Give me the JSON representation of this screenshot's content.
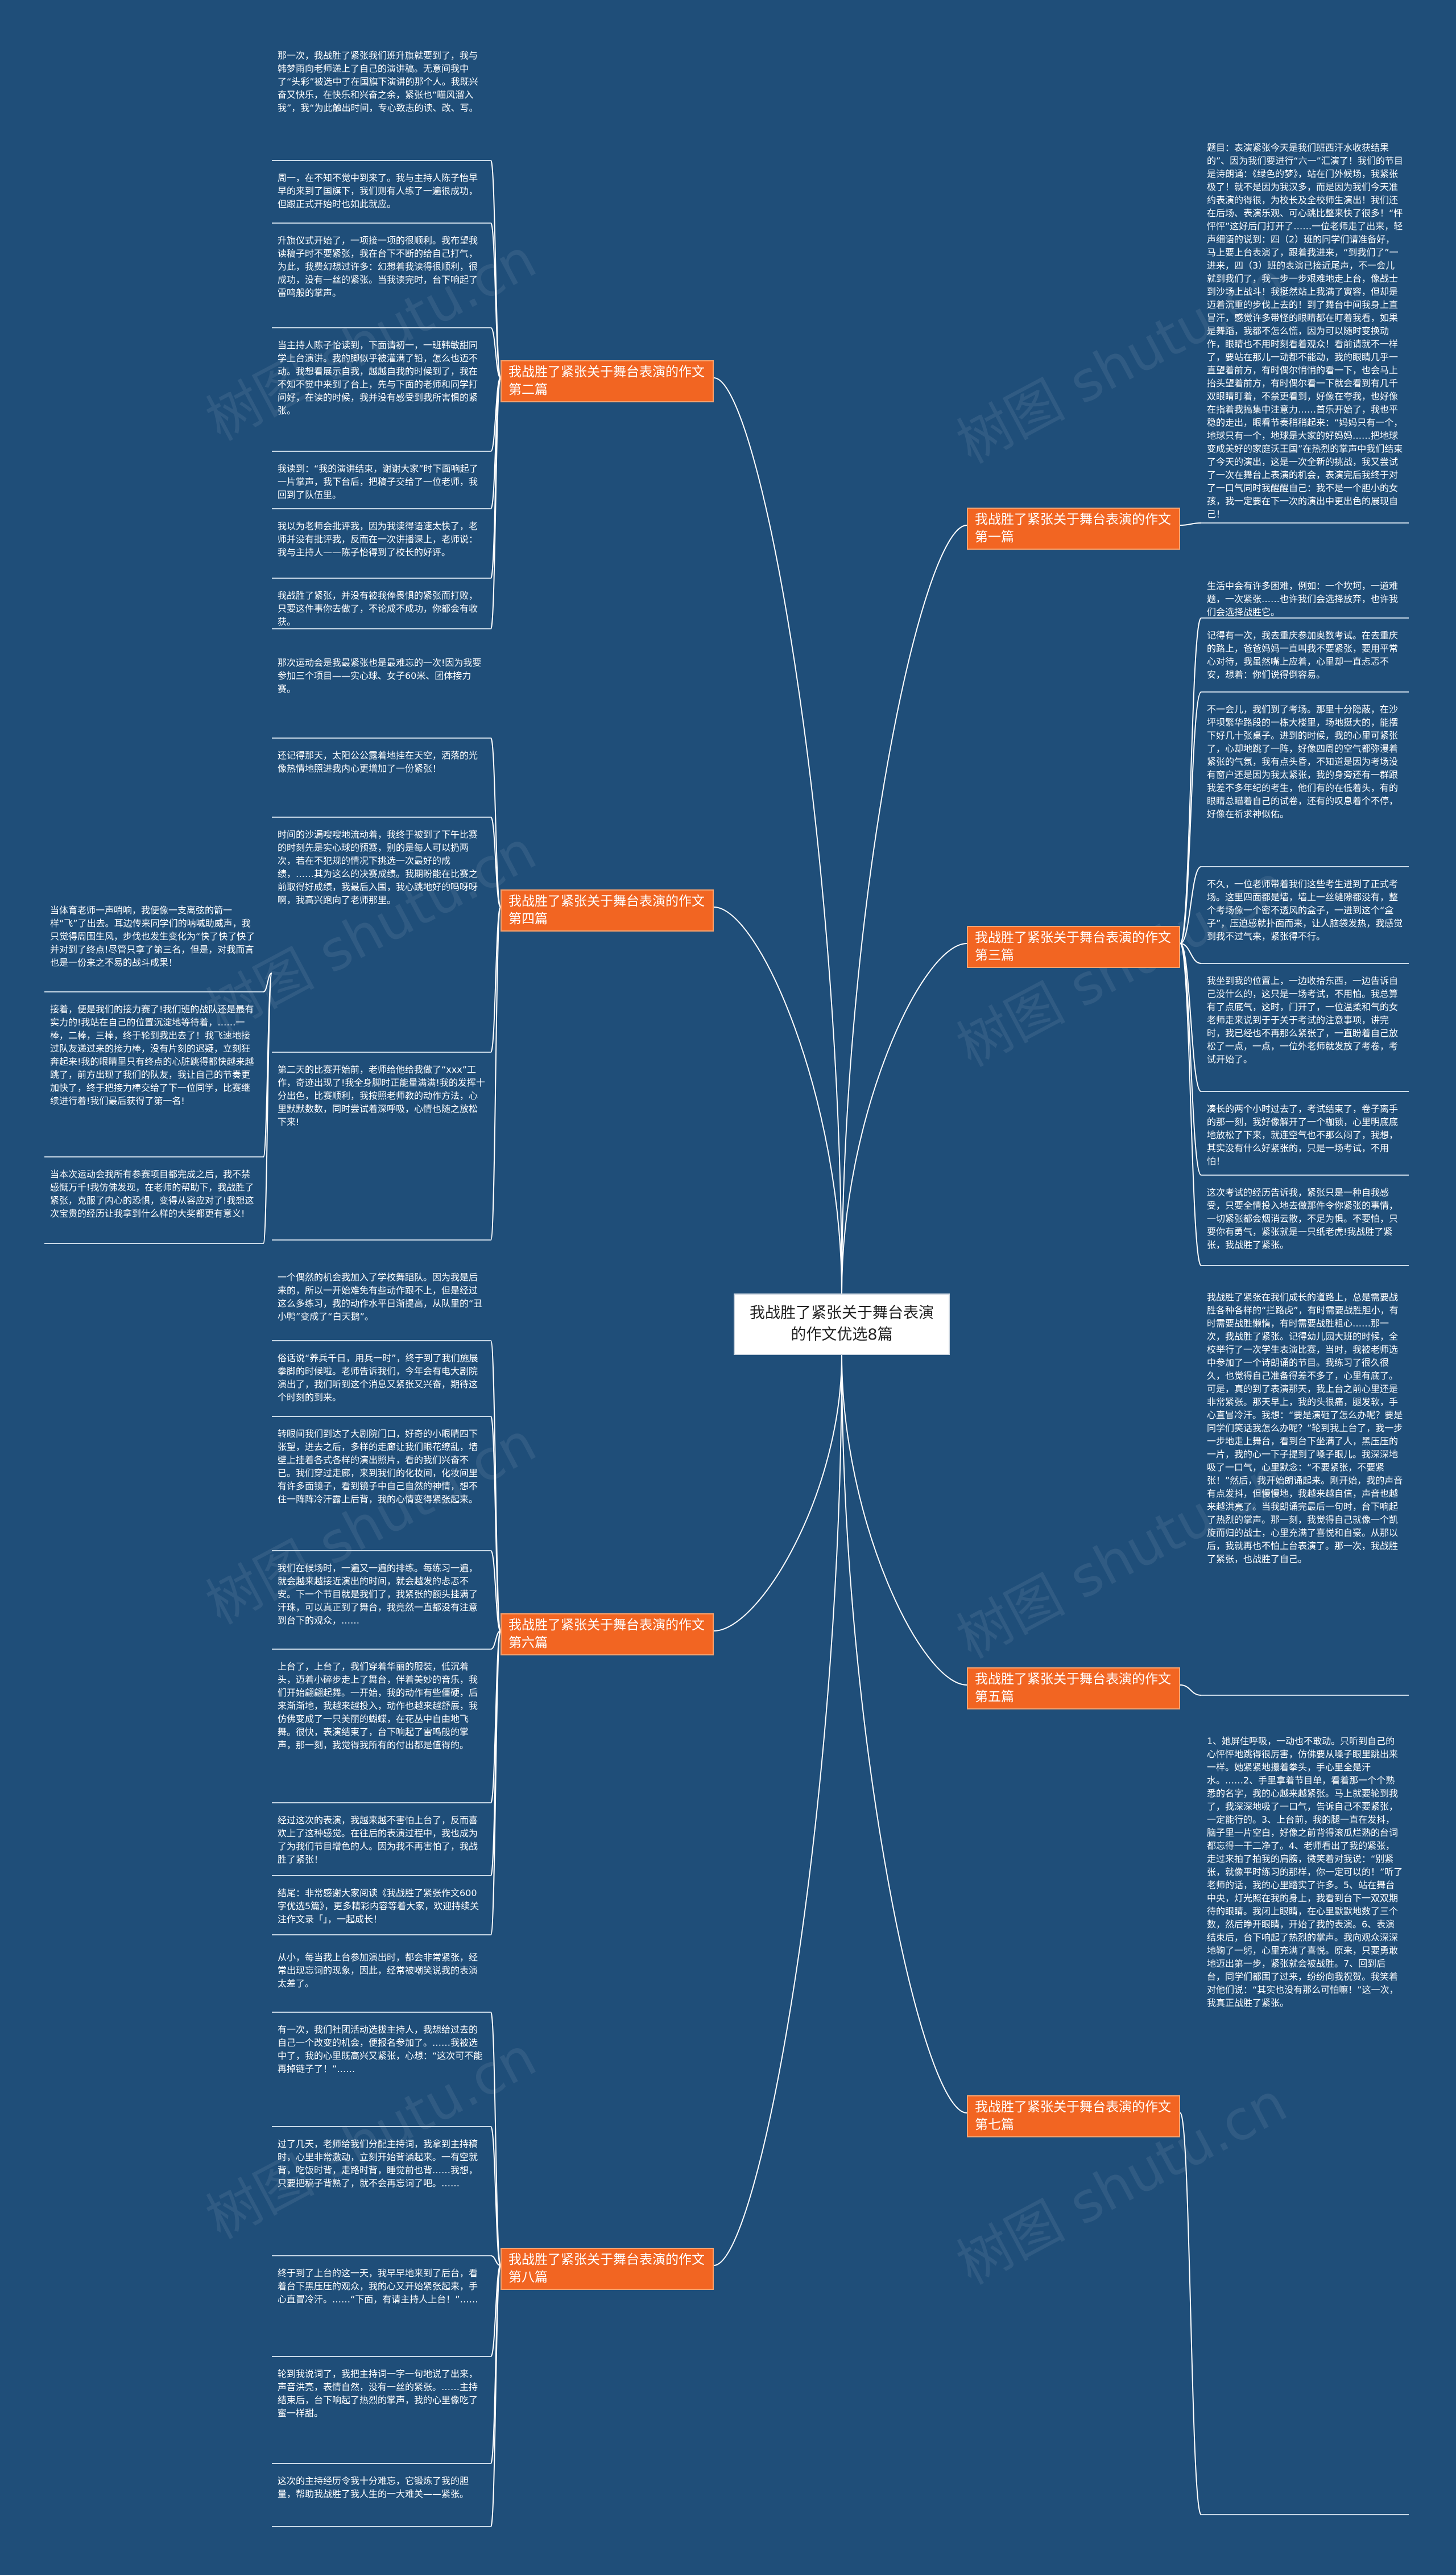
{
  "root": {
    "title": "我战胜了紧张关于舞台表演的作文优选8篇"
  },
  "watermark": "树图 shutu.cn",
  "colors": {
    "background": "#1f4e79",
    "branch": "#f26522",
    "line": "#ffffff"
  },
  "branches": [
    {
      "id": "b1",
      "title": "我战胜了紧张关于舞台表演的作文第一篇",
      "side": "right",
      "leaves": [
        "题目：表演紧张今天是我们班西汗水收获结果的”、因为我们要进行“六一”汇演了！我们的节目是诗朗诵：《绿色的梦》，站在门外候场，我紧张极了！就不是因为我汉多，而是因为我们今天准约表演的得很，为校长及全校师生演出！我们还在后场、表演乐观、可心跳比整来快了很多！“怦怦怦”这好后门打开了……一位老师走了出来，轻声细语的说到：四（2）班的同学们请准备好，马上要上台表演了，跟着我进来，“到我们了”一进来，四（3）班的表演已接近尾声，不一会儿就到我们了，我一步一步艰难地走上台，像战士到沙场上战斗！我挺然站上我满了寅容，但却是迈着沉重的步伐上去的！到了舞台中间我身上直冒汗，感觉许多带怪的眼睛都在盯着我看，如果是舞蹈，我都不怎么慌，因为可以随时变换动作，眼睛也不用时刻看着观众！看前请就不一样了，要站在那儿一动都不能动，我的眼睛几乎一直望着前方，有时偶尔悄悄的看一下，也会马上抬头望着前方，有时偶尔看一下就会看到有几千双眼睛盯着，不禁更看到，好像在夸我，也好像在指着我搞集中注意力……首乐开始了，我也平稳的走出，眼看节奏稍稍起来：“妈妈只有一个，地球只有一个，地球是大家的好妈妈……把地球变成美好的家庭沃王国”在热烈的掌声中我们结束了今天的演出，这是一次全新的挑战，我又尝试了一次在舞台上表演的机会，表演完后我终于对了一口气同时我醒醒自己：我不是一个胆小的女孩，我一定要在下一次的演出中更出色的展现自己！"
      ]
    },
    {
      "id": "b2",
      "title": "我战胜了紧张关于舞台表演的作文第二篇",
      "side": "left",
      "leaves": [
        "那一次，我战胜了紧张我们班升旗就要到了，我与韩梦雨向老师递上了自己的演讲稿。无意间我中了“头彩”被选中了在国旗下演讲的那个人。我既兴奋又快乐，在快乐和兴奋之余，紧张也“瞄风溜入我”，我“为此触出时间，专心致志的读、改、写。",
        "周一，在不知不觉中到来了。我与主持人陈子怡早早的来到了国旗下，我们则有人练了一遍很成功，但跟正式开始时也如此就应。",
        "升旗仪式开始了，一项接一项的很顺利。我布望我读稿子时不要紧张，我在台下不断的给自己打气，为此，我费幻想过许多：幻想着我读得很顺利，很成功，没有一丝的紧张。当我读完时，台下响起了雷鸣般的掌声。",
        "当主持人陈子怡读到，下面请初一，一班韩敏甜同学上台演讲。我的脚似乎被灌满了铅，怎么也迈不动。我想看展示自我，越越自我的时候到了，我在不知不觉中来到了台上，先与下面的老师和同学打问好，在读的时候，我并没有感受到我所害惧的紧张。",
        "我读到：“我的演讲结束，谢谢大家”时下面响起了一片掌声，我下台后，把稿子交给了一位老师，我回到了队伍里。",
        "我以为老师会批评我，因为我读得语速太快了，老师并没有批评我，反而在一次讲播课上，老师说：我与主持人——陈子怡得到了校长的好评。",
        "我战胜了紧张，并没有被我俸畏惧的紧张而打败，只要这件事你去做了，不论成不成功，你都会有收获。"
      ]
    },
    {
      "id": "b3",
      "title": "我战胜了紧张关于舞台表演的作文第三篇",
      "side": "right",
      "leaves": [
        "生活中会有许多困难，例如：一个坎坷，一道难题，一次紧张……也许我们会选择放弃，也许我们会选择战胜它。",
        "记得有一次，我去重庆参加奥数考试。在去重庆的路上，爸爸妈妈一直叫我不要紧张，要用平常心对待，我虽然嘴上应着，心里却一直忐忑不安，想着：你们说得倒容易。",
        "不一会儿，我们到了考场。那里十分隐蔽，在沙坪坝繁华路段的一栋大楼里，场地挺大的，能摆下好几十张桌子。进到的时候，我的心里可紧张了，心却地跳了一阵，好像四周的空气都弥漫着紧张的气氛，我有点头昏，不知道是因为考场没有窗户还是因为我太紧张，我的身旁还有一群跟我差不多年纪的考生，他们有的在低着头，有的眼睛总瞄着自己的试卷，还有的叹息着个不停，好像在祈求神似佑。",
        "不久，一位老师带着我们这些考生进到了正式考场。这里四面都是墙，墙上一丝缝隙都没有，整个考场像一个密不透风的盒子，一进到这个“盒子”，压迫感就扑面而来，让人脑袋发热，我感觉到我不过气来，紧张得不行。",
        "我坐到我的位置上，一边收拾东西，一边告诉自己没什么的，这只是一场考试，不用怕。我总算有了点底气，这时，门开了，一位温柔和气的女老师走来说到于于关于考试的注意事项，讲完时，我已经也不再那么紧张了，一直盼着自己放松了一点，一点，一位外老师就发放了考卷，考试开始了。",
        "凑长的两个小时过去了，考试结束了，卷子离手的那一刻，我好像解开了一个枷锁，心里明底底地放松了下来，就连空气也不那么闷了，我想，其实没有什么好紧张的，只是一场考试，不用怕！",
        "这次考试的经历告诉我，紧张只是一种自我感受，只要全情投入地去做那件令你紧张的事情，一切紧张都会烟消云散，不足为惧。不要怕，只要你有勇气，紧张就是一只纸老虎!我战胜了紧张，我战胜了紧张。"
      ]
    },
    {
      "id": "b4",
      "title": "我战胜了紧张关于舞台表演的作文第四篇",
      "side": "left",
      "leaves": [
        "那次运动会是我最紧张也是最难忘的一次!因为我要参加三个项目——实心球、女子60米、团体接力赛。",
        "还记得那天，太阳公公露着地挂在天空，洒落的光像热情地照进我内心更增加了一份紧张！",
        "时间的沙漏嗖嗖地流动着，我终于被到了下午比赛的时刻先是实心球的预赛，别的是每人可以扔两次，若在不犯规的情况下挑选一次最好的成绩，……其为这么的决赛成绩。我期盼能在比赛之前取得好成绩，我最后入围，我心跳地好的吗呀呀啊，我高兴跑向了老师那里。",
        "当体育老师一声哨响，我便像一支离弦的箭一样“飞”了出去。耳边传来同学们的呐喊助威声，我只觉得周围生风，步伐也发生变化为“快了快了快了并对到了终点!尽管只拿了第三名，但是，对我而言也是一份来之不易的战斗成果！",
        "接着，便是我们的接力赛了!我们班的战队还是最有实力的!我站在自己的位置沉淀地等待着，……一棒，二棒，三棒，终于轮到我出去了！我飞速地接过队友递过来的接力棒，没有片刻的迟疑，立刻狂奔起来!我的眼睛里只有终点的心脏跳得都快越来越跳了，前方出现了我们的队友，我让自己的节奏更加快了，终于把接力棒交给了下一位同学，比赛继续进行着!我们最后获得了第一名!",
        "当本次运动会我所有参赛项目都完成之后，我不禁感慨万千!我仿佛发现，在老师的帮助下，我战胜了紧张，克服了内心的恐惧，变得从容应对了!我想这次宝贵的经历让我拿到什么样的大奖都更有意义!",
        "第二天的比赛开始前，老师给他给我做了“xxx”工作，奇迹出现了!我全身脚时正能量满满!我的发挥十分出色，比赛顺利，我按照老师教的动作方法，心里默默数数，同时尝试着深呼吸，心情也随之放松下来!"
      ]
    },
    {
      "id": "b5",
      "title": "我战胜了紧张关于舞台表演的作文第五篇",
      "side": "right",
      "leaves": [
        "我战胜了紧张在我们成长的道路上，总是需要战胜各种各样的“拦路虎”，有时需要战胜胆小，有时需要战胜懒惰，有时需要战胜粗心……那一次，我战胜了紧张。记得幼儿园大班的时候，全校举行了一次学生表演比赛，当时，我被老师选中参加了一个诗朗诵的节目。我练习了很久很久，也觉得自己准备得差不多了，心里有底了。可是，真的到了表演那天，我上台之前心里还是非常紧张。那天早上，我的头很痛，腿发软，手心直冒冷汗。我想：“要是演砸了怎么办呢？要是同学们笑话我怎么办呢？”轮到我上台了，我一步一步地走上舞台，看到台下坐满了人，黑压压的一片，我的心一下子提到了嗓子眼儿。我深深地吸了一口气，心里默念：“不要紧张，不要紧张！”然后，我开始朗诵起来。刚开始，我的声音有点发抖，但慢慢地，我越来越自信，声音也越来越洪亮了。当我朗诵完最后一句时，台下响起了热烈的掌声。那一刻，我觉得自己就像一个凯旋而归的战士，心里充满了喜悦和自豪。从那以后，我就再也不怕上台表演了。那一次，我战胜了紧张，也战胜了自己。"
      ]
    },
    {
      "id": "b6",
      "title": "我战胜了紧张关于舞台表演的作文第六篇",
      "side": "left",
      "leaves": [
        "一个偶然的机会我加入了学校舞蹈队。因为我是后来的，所以一开始难免有些动作跟不上，但是经过这么多练习，我的动作水平日渐提高，从队里的“丑小鸭”变成了“白天鹅”。",
        "俗话说“养兵千日，用兵一时”，终于到了我们施展拳脚的时候啦。老师告诉我们，今年会有电大剧院演出了，我们听到这个消息又紧张又兴奋，期待这个时刻的到来。",
        "转眼间我们到达了大剧院门口，好奇的小眼睛四下张望，进去之后，多样的走廊让我们眼花缭乱，墙壁上挂着各式各样的演出照片，看的我们兴奋不已。我们穿过走廊，来到我们的化妆间，化妆间里有许多面镜子，看到镜子中自己自然的神情，想不住一阵阵冷汗露上后背，我的心情变得紧张起来。",
        "我们在候场时，一遍又一遍的排练。每练习一遍，就会越来越接近演出的时间，就会越发的忐忑不安。下一个节目就是我们了，我紧张的额头挂满了汗珠，可以真正到了舞台，我竟然一直都没有注意到台下的观众，……",
        "上台了，上台了，我们穿着华丽的服装，低沉着头，迈着小碎步走上了舞台，伴着美妙的音乐，我们开始翩翩起舞。一开始，我的动作有些僵硬，后来渐渐地，我越来越投入，动作也越来越舒展，我仿佛变成了一只美丽的蝴蝶，在花丛中自由地飞舞。很快，表演结束了，台下响起了雷鸣般的掌声，那一刻，我觉得我所有的付出都是值得的。",
        "经过这次的表演，我越来越不害怕上台了，反而喜欢上了这种感觉。在往后的表演过程中，我也成为了为我们节目增色的人。因为我不再害怕了，我战胜了紧张！",
        "结尾：非常感谢大家阅读《我战胜了紧张作文600字优选5篇》，更多精彩内容等着大家，欢迎持续关注作文录「」，一起成长！"
      ]
    },
    {
      "id": "b7",
      "title": "我战胜了紧张关于舞台表演的作文第七篇",
      "side": "right",
      "leaves": [
        "1、她屏住呼吸，一动也不敢动。只听到自己的心怦怦地跳得很厉害，仿佛要从嗓子眼里跳出来一样。她紧紧地攥着拳头，手心里全是汗水。……2、手里拿着节目单，看着那一个个熟悉的名字，我的心越来越紧张。马上就要轮到我了，我深深地吸了一口气，告诉自己不要紧张，一定能行的。3、上台前，我的腿一直在发抖，脑子里一片空白，好像之前背得滚瓜烂熟的台词都忘得一干二净了。4、老师看出了我的紧张，走过来拍了拍我的肩膀，微笑着对我说：“别紧张，就像平时练习的那样，你一定可以的！”听了老师的话，我的心里踏实了许多。5、站在舞台中央，灯光照在我的身上，我看到台下一双双期待的眼睛。我闭上眼睛，在心里默默地数了三个数，然后睁开眼睛，开始了我的表演。6、表演结束后，台下响起了热烈的掌声。我向观众深深地鞠了一躬，心里充满了喜悦。原来，只要勇敢地迈出第一步，紧张就会被战胜。7、回到后台，同学们都围了过来，纷纷向我祝贺。我笑着对他们说：“其实也没有那么可怕嘛！”这一次，我真正战胜了紧张。"
      ]
    },
    {
      "id": "b8",
      "title": "我战胜了紧张关于舞台表演的作文第八篇",
      "side": "left",
      "leaves": [
        "从小，每当我上台参加演出时，都会非常紧张，经常出现忘词的现象，因此，经常被嘲笑说我的表演太差了。",
        "有一次，我们社团活动选拔主持人，我想给过去的自己一个改变的机会，便报名参加了。……我被选中了，我的心里既高兴又紧张，心想：“这次可不能再掉链子了！”……",
        "过了几天，老师给我们分配主持词，我拿到主持稿时，心里非常激动，立刻开始背诵起来。一有空就背，吃饭时背，走路时背，睡觉前也背……我想，只要把稿子背熟了，就不会再忘词了吧。……",
        "终于到了上台的这一天，我早早地来到了后台，看着台下黑压压的观众，我的心又开始紧张起来，手心直冒冷汗。……“下面，有请主持人上台！”……",
        "轮到我说词了，我把主持词一字一句地说了出来，声音洪亮，表情自然，没有一丝的紧张。……主持结束后，台下响起了热烈的掌声，我的心里像吃了蜜一样甜。",
        "这次的主持经历令我十分难忘，它锻炼了我的胆量，帮助我战胜了我人生的一大难关——紧张。"
      ]
    }
  ]
}
